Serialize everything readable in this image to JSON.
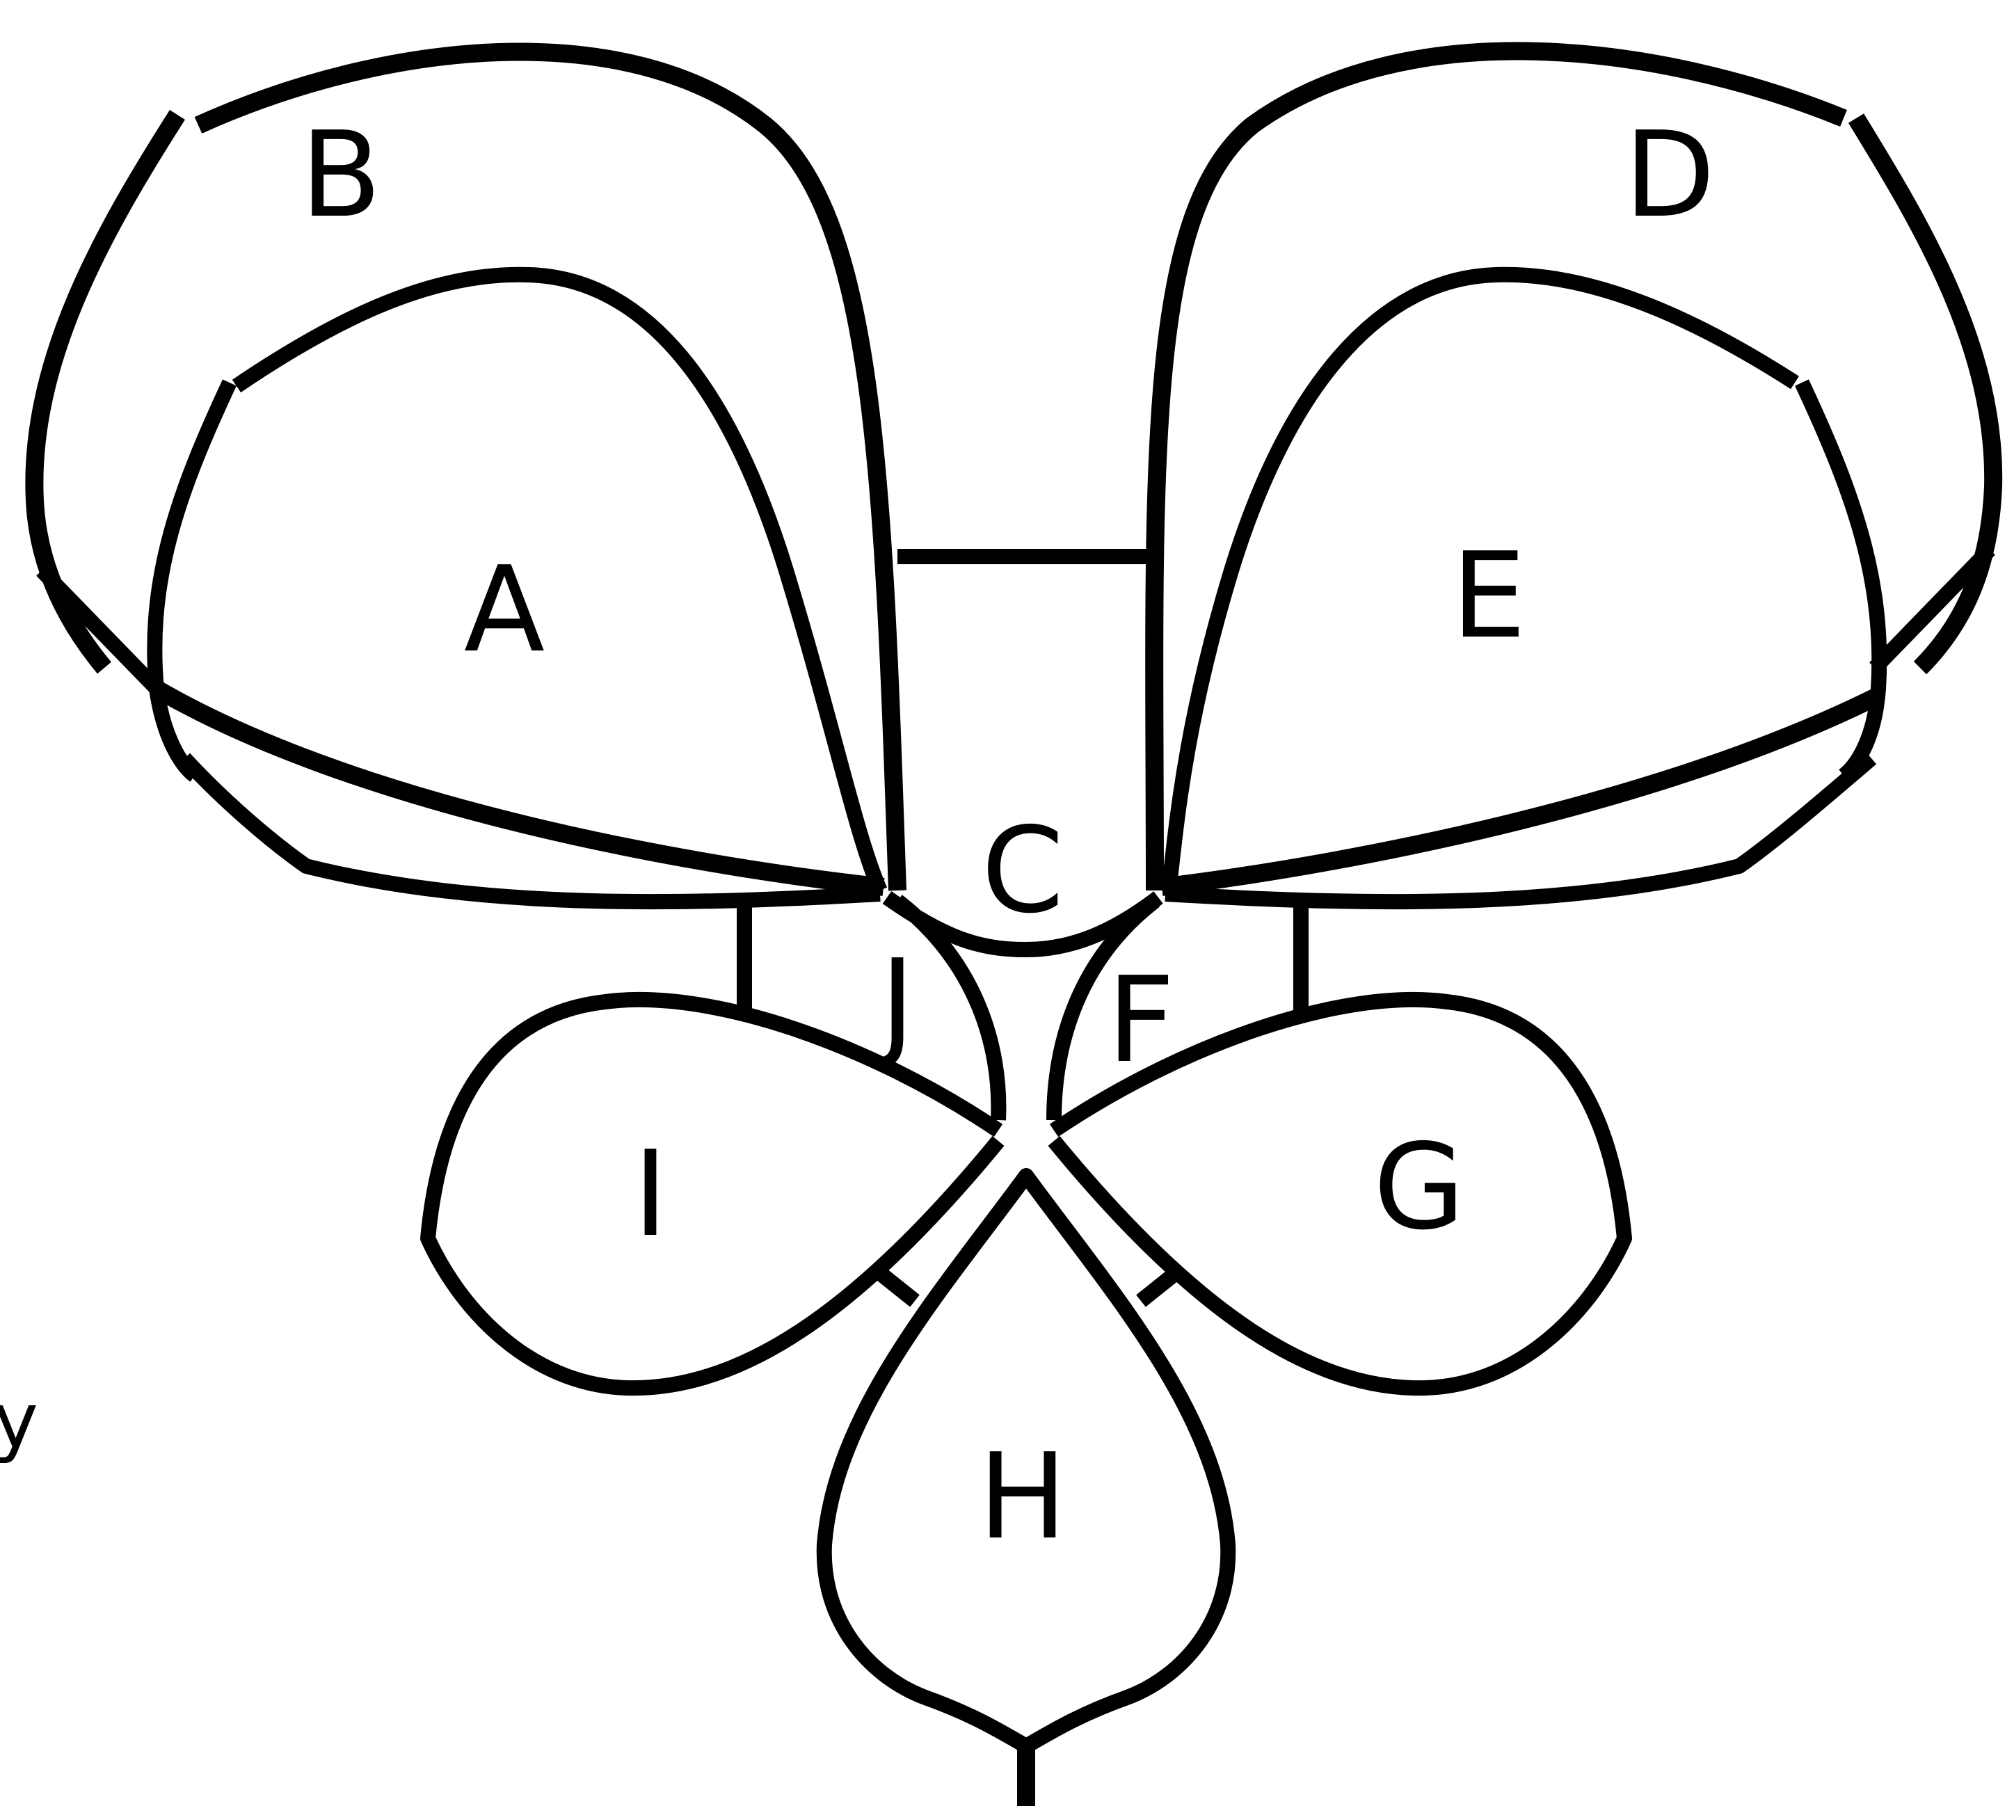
{
  "diagram": {
    "regions": [
      {
        "id": "A",
        "label": "A"
      },
      {
        "id": "B",
        "label": "B"
      },
      {
        "id": "C",
        "label": "C"
      },
      {
        "id": "D",
        "label": "D"
      },
      {
        "id": "E",
        "label": "E"
      },
      {
        "id": "F",
        "label": "F"
      },
      {
        "id": "G",
        "label": "G"
      },
      {
        "id": "H",
        "label": "H"
      },
      {
        "id": "I",
        "label": "I"
      },
      {
        "id": "J",
        "label": "J"
      }
    ],
    "edge_text": "y",
    "colors": {
      "stroke": "#000000",
      "background": "#ffffff"
    }
  }
}
